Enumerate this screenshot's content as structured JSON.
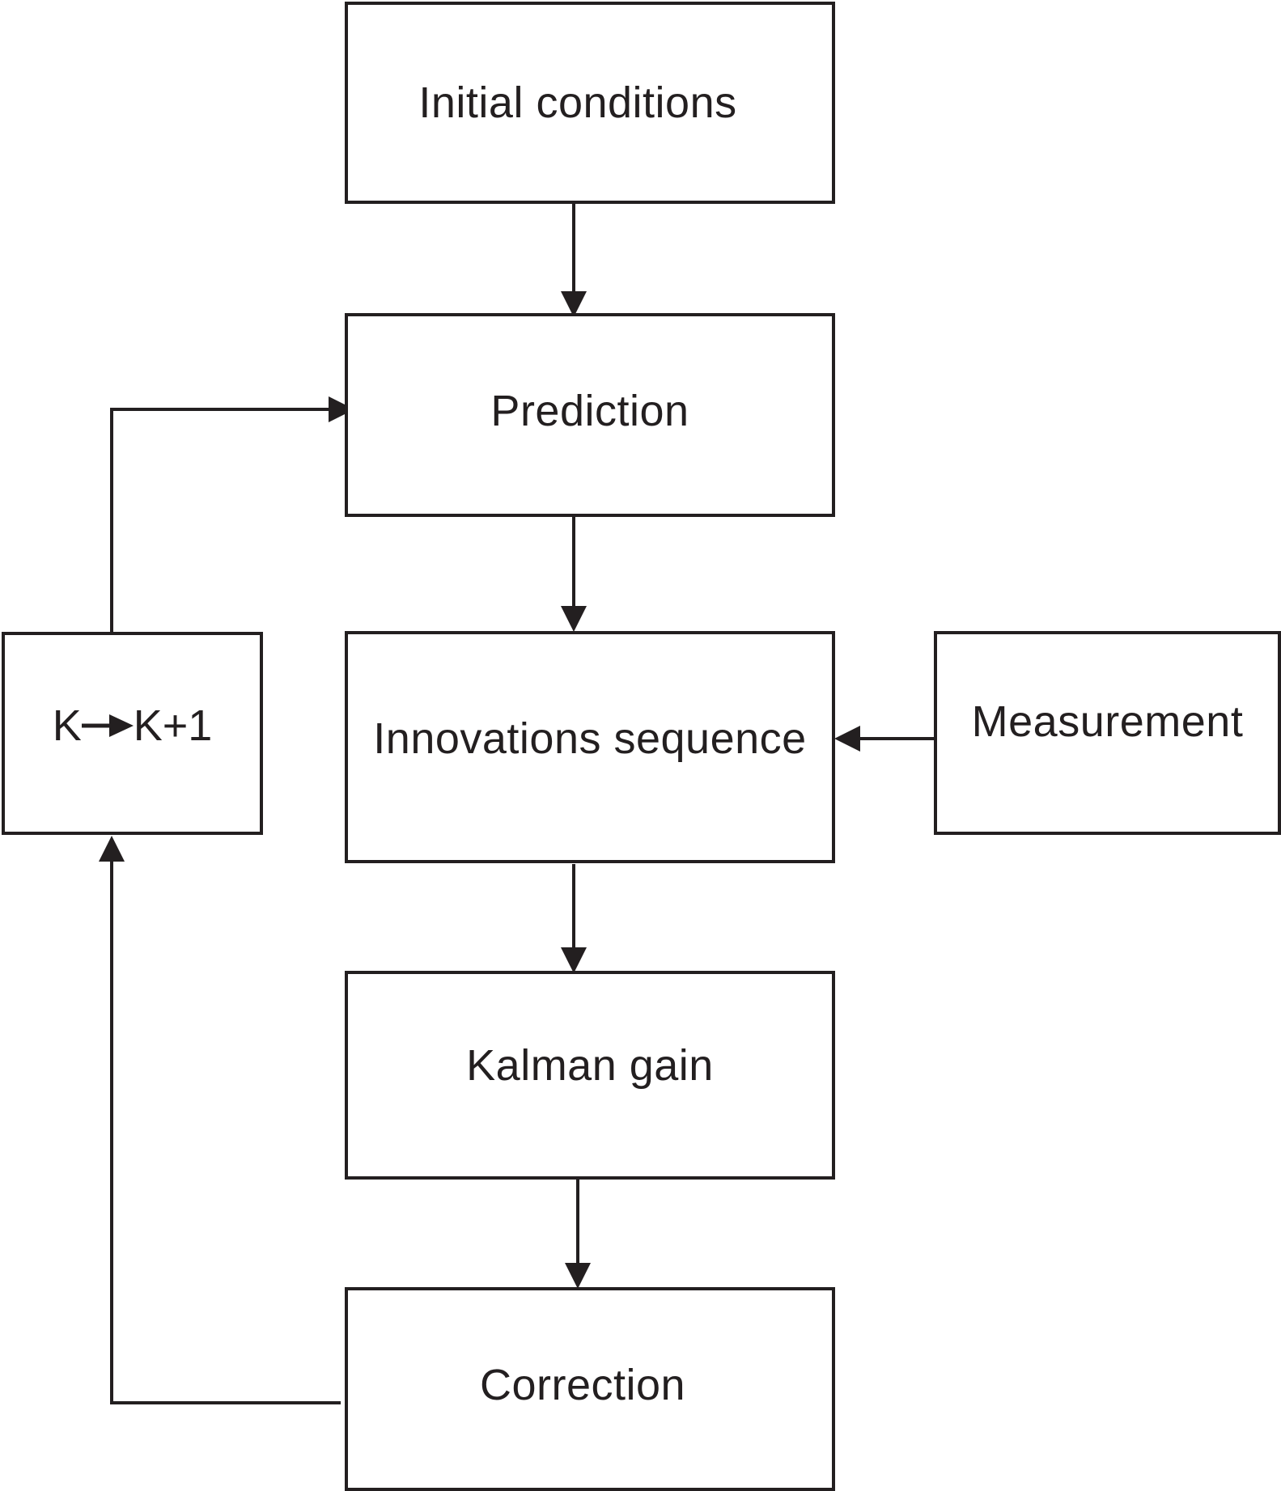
{
  "nodes": {
    "initial_conditions": "Initial conditions",
    "prediction": "Prediction",
    "innovations_sequence": "Innovations sequence",
    "measurement": "Measurement",
    "kalman_gain": "Kalman gain",
    "correction": "Correction",
    "step": {
      "from": "K",
      "to": "K+1"
    }
  },
  "colors": {
    "stroke": "#231f20",
    "background": "#ffffff"
  }
}
